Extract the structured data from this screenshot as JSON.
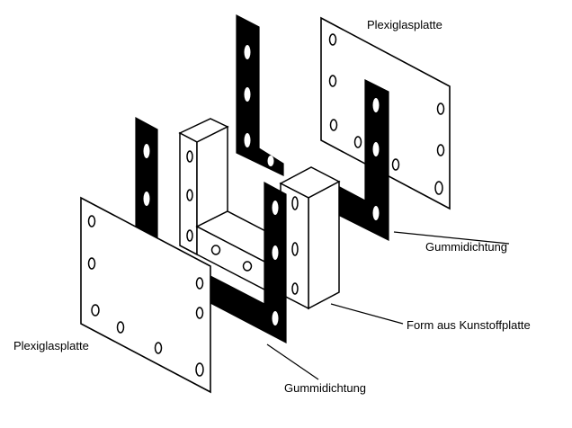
{
  "diagram": {
    "labels": {
      "plexiglas_top": "Plexiglasplatte",
      "plexiglas_bottom": "Plexiglasplatte",
      "gasket_right": "Gummidichtung",
      "gasket_bottom": "Gummidichtung",
      "mold": "Form aus Kunstoffplatte"
    }
  }
}
